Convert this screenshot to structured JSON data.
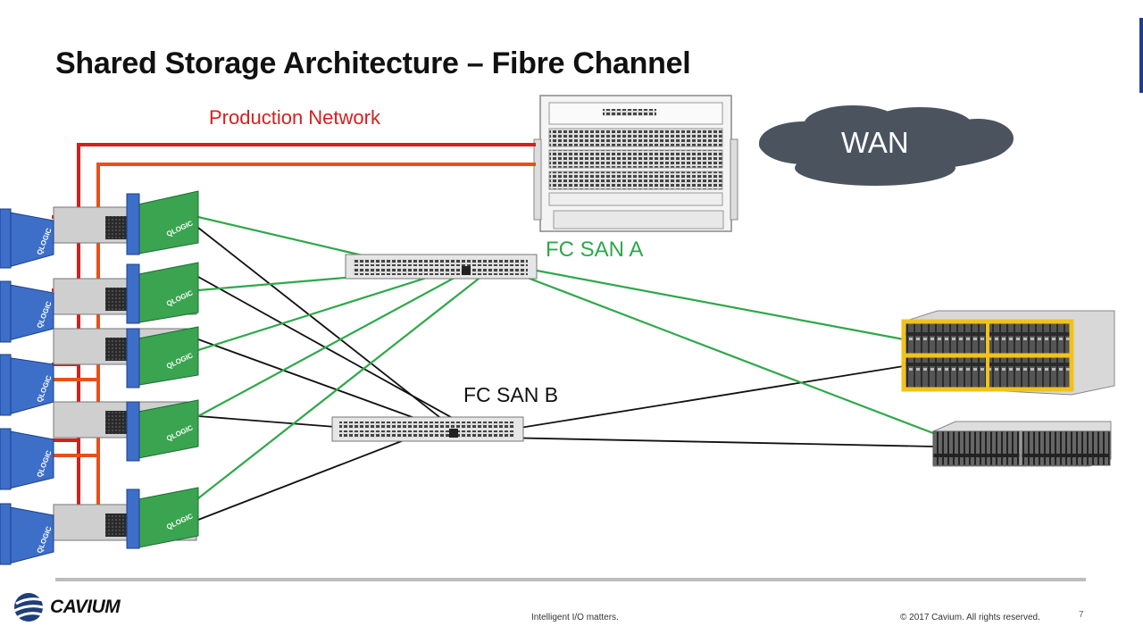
{
  "slide": {
    "title": "Shared Storage Architecture – Fibre Channel",
    "production_network_label": "Production Network",
    "wan_label": "WAN",
    "fc_san_a_label": "FC SAN A",
    "fc_san_b_label": "FC SAN B",
    "hba_brand": "QLOGIC",
    "footer_tagline": "Intelligent I/O matters.",
    "footer_copyright": "© 2017 Cavium. All rights reserved.",
    "page_number": "7",
    "company_logo": "CAVIUM"
  },
  "colors": {
    "production_red": "#d4201e",
    "production_orange": "#e8501a",
    "san_a_green": "#2ea84a",
    "san_b_black": "#111111",
    "wan_cloud": "#4a535e",
    "hba_blue": "#3d6fc8",
    "hba_green": "#3aa450",
    "storage_yellow": "#f2c21c"
  },
  "topology": {
    "servers": [
      "server-1",
      "server-2",
      "server-3",
      "server-4",
      "server-5"
    ],
    "switches": [
      "fc-san-a-switch",
      "fc-san-b-switch"
    ],
    "storage": [
      "storage-array-1",
      "storage-array-2"
    ],
    "core": "core-network-switch",
    "wan": "wan-cloud"
  }
}
